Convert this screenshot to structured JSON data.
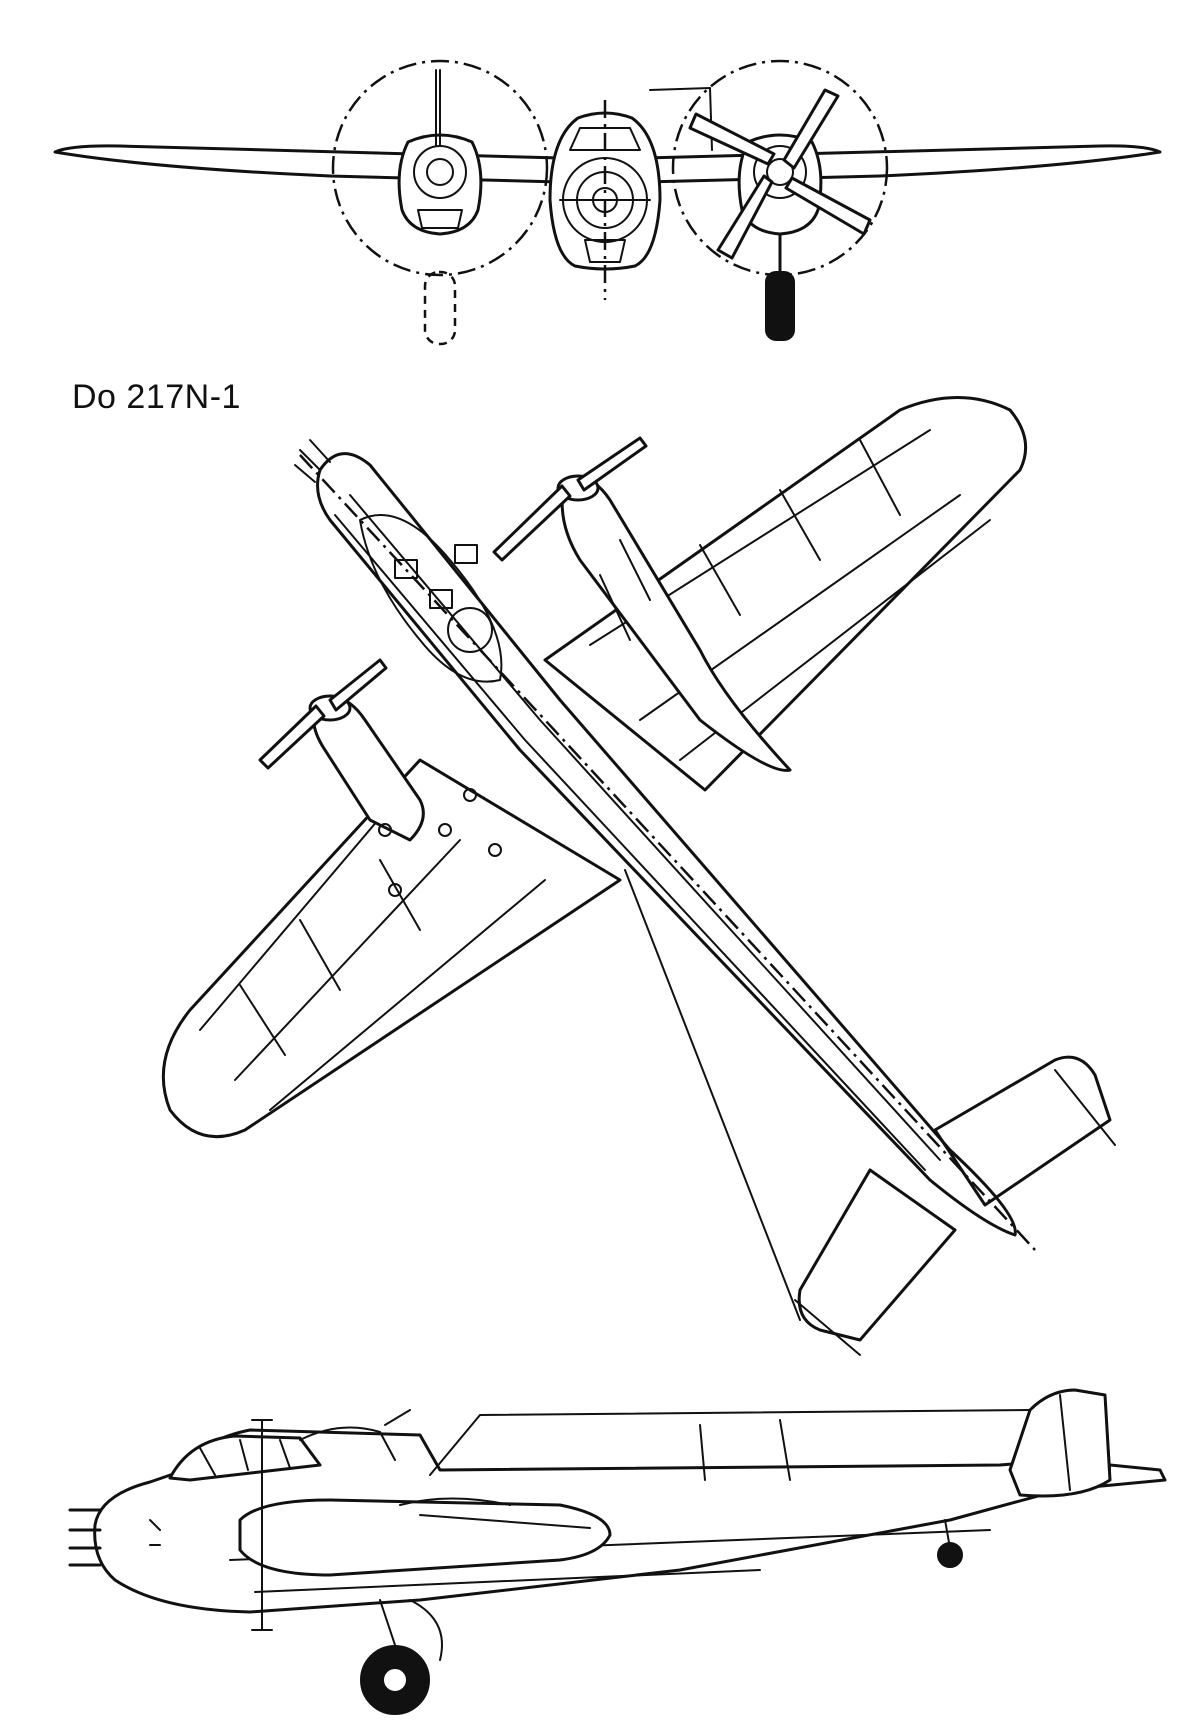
{
  "drawing": {
    "designation": "Do 217N-1",
    "views": {
      "front": "front-view",
      "plan": "plan-view",
      "side": "side-view"
    }
  }
}
